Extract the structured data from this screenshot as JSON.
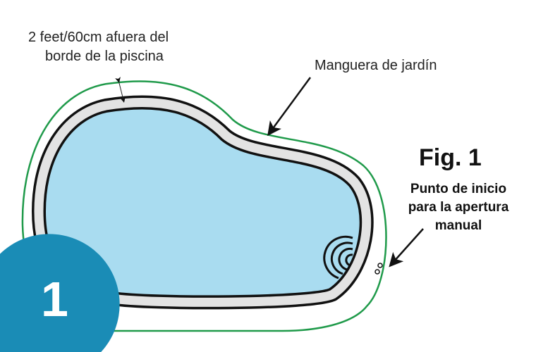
{
  "labels": {
    "distance_line1": "2 feet/60cm afuera del",
    "distance_line2": "borde de la piscina",
    "hose": "Manguera de jardín",
    "figure": "Fig. 1",
    "start_line1": "Punto de inicio",
    "start_line2": "para la apertura",
    "start_line3": "manual"
  },
  "step_number": "1",
  "colors": {
    "water": "#a9dcf0",
    "coping": "#e3e3e3",
    "hose": "#1f9a4a",
    "badge": "#1a8cb6"
  }
}
